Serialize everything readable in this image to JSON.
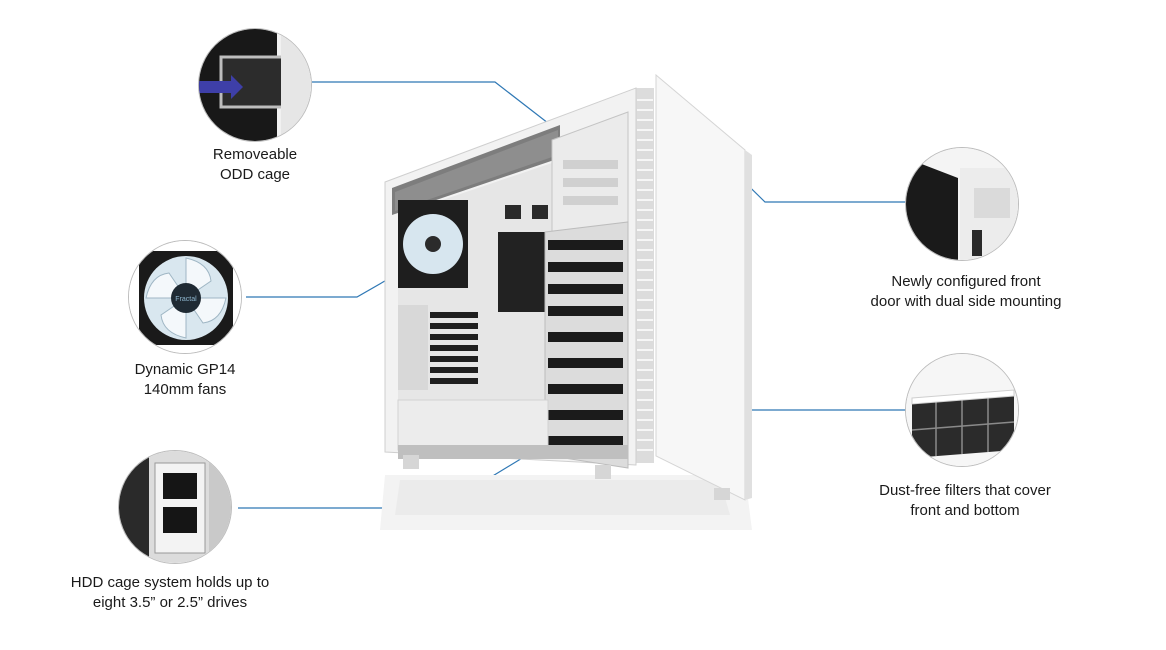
{
  "callouts": {
    "odd_cage": {
      "line1": "Removeable",
      "line2": "ODD cage"
    },
    "fans": {
      "line1": "Dynamic GP14",
      "line2": "140mm fans"
    },
    "hdd_cage": {
      "line1": "HDD cage system holds up to",
      "line2": "eight 3.5” or 2.5” drives"
    },
    "front_door": {
      "line1": "Newly configured front",
      "line2": "door with dual side mounting"
    },
    "filters": {
      "line1": "Dust-free filters that cover",
      "line2": "front and bottom"
    }
  },
  "fan_hub_text": "Fractal",
  "colors": {
    "leader_line": "#2f78b5",
    "case_white": "#f4f4f4",
    "case_shadow": "#c9c9c9",
    "dark_part": "#1b1b1b",
    "fan_blade": "#d7e6ef"
  }
}
